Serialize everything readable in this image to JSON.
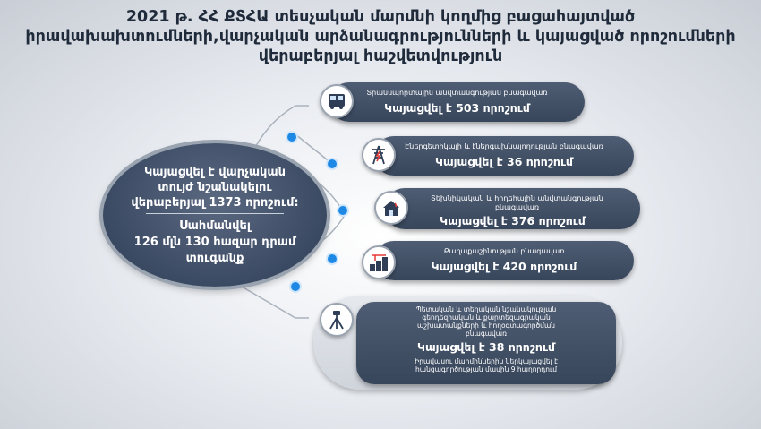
{
  "title": {
    "line1": "2021 թ. ՀՀ ՔՏՀԱ տեսչական մարմնի կողմից  բացահայտված",
    "line2": "իրավախախտումների,վարչական արձանագրությունների և  կայացված որոշումների",
    "line3": "վերաբերյալ հաշվետվություն"
  },
  "center": {
    "line1": "Կայացվել է վարչական",
    "line2": "տույժ նշանակելու",
    "line3": "վերաբերյալ 1373 որոշում:",
    "line4": "Սահմանվել",
    "line5": "126 մլն 130 հազար դրամ",
    "line6": "տուգանք"
  },
  "items": [
    {
      "label": "Տրանսպորտային անվտանգության բնագավառ",
      "value": "Կայացվել է 503 որոշում",
      "icon": "bus-icon"
    },
    {
      "label": "Էներգետիկայի և էներգախնայողության բնագավառ",
      "value": "Կայացվել է 36 որոշում",
      "icon": "power-tower-icon"
    },
    {
      "label": "Տեխնիկական և հրդեհային անվտանգության բնագավառ",
      "value": "Կայացվել է 376 որոշում",
      "icon": "house-fire-icon"
    },
    {
      "label": "Քաղաքաշինության բնագավառ",
      "value": "Կայացվել է 420 որոշում",
      "icon": "construction-icon"
    },
    {
      "label1": "Պետական և տեղական նշանակության",
      "label2": "գեոդեզիական և քարտեզագրական",
      "label3": "աշխատանքների և հողօգտագործման",
      "label4": "բնագավառ",
      "value": "Կայացվել է 38 որոշում",
      "note1": "Իրավասու մարմիններին ներկայացվել է",
      "note2": "հանցագործության մասին 9 հաղորդում",
      "icon": "survey-tripod-icon"
    }
  ],
  "colors": {
    "pill": "#3d4b62",
    "dot": "#1e88e5",
    "title": "#1f2a3a"
  }
}
